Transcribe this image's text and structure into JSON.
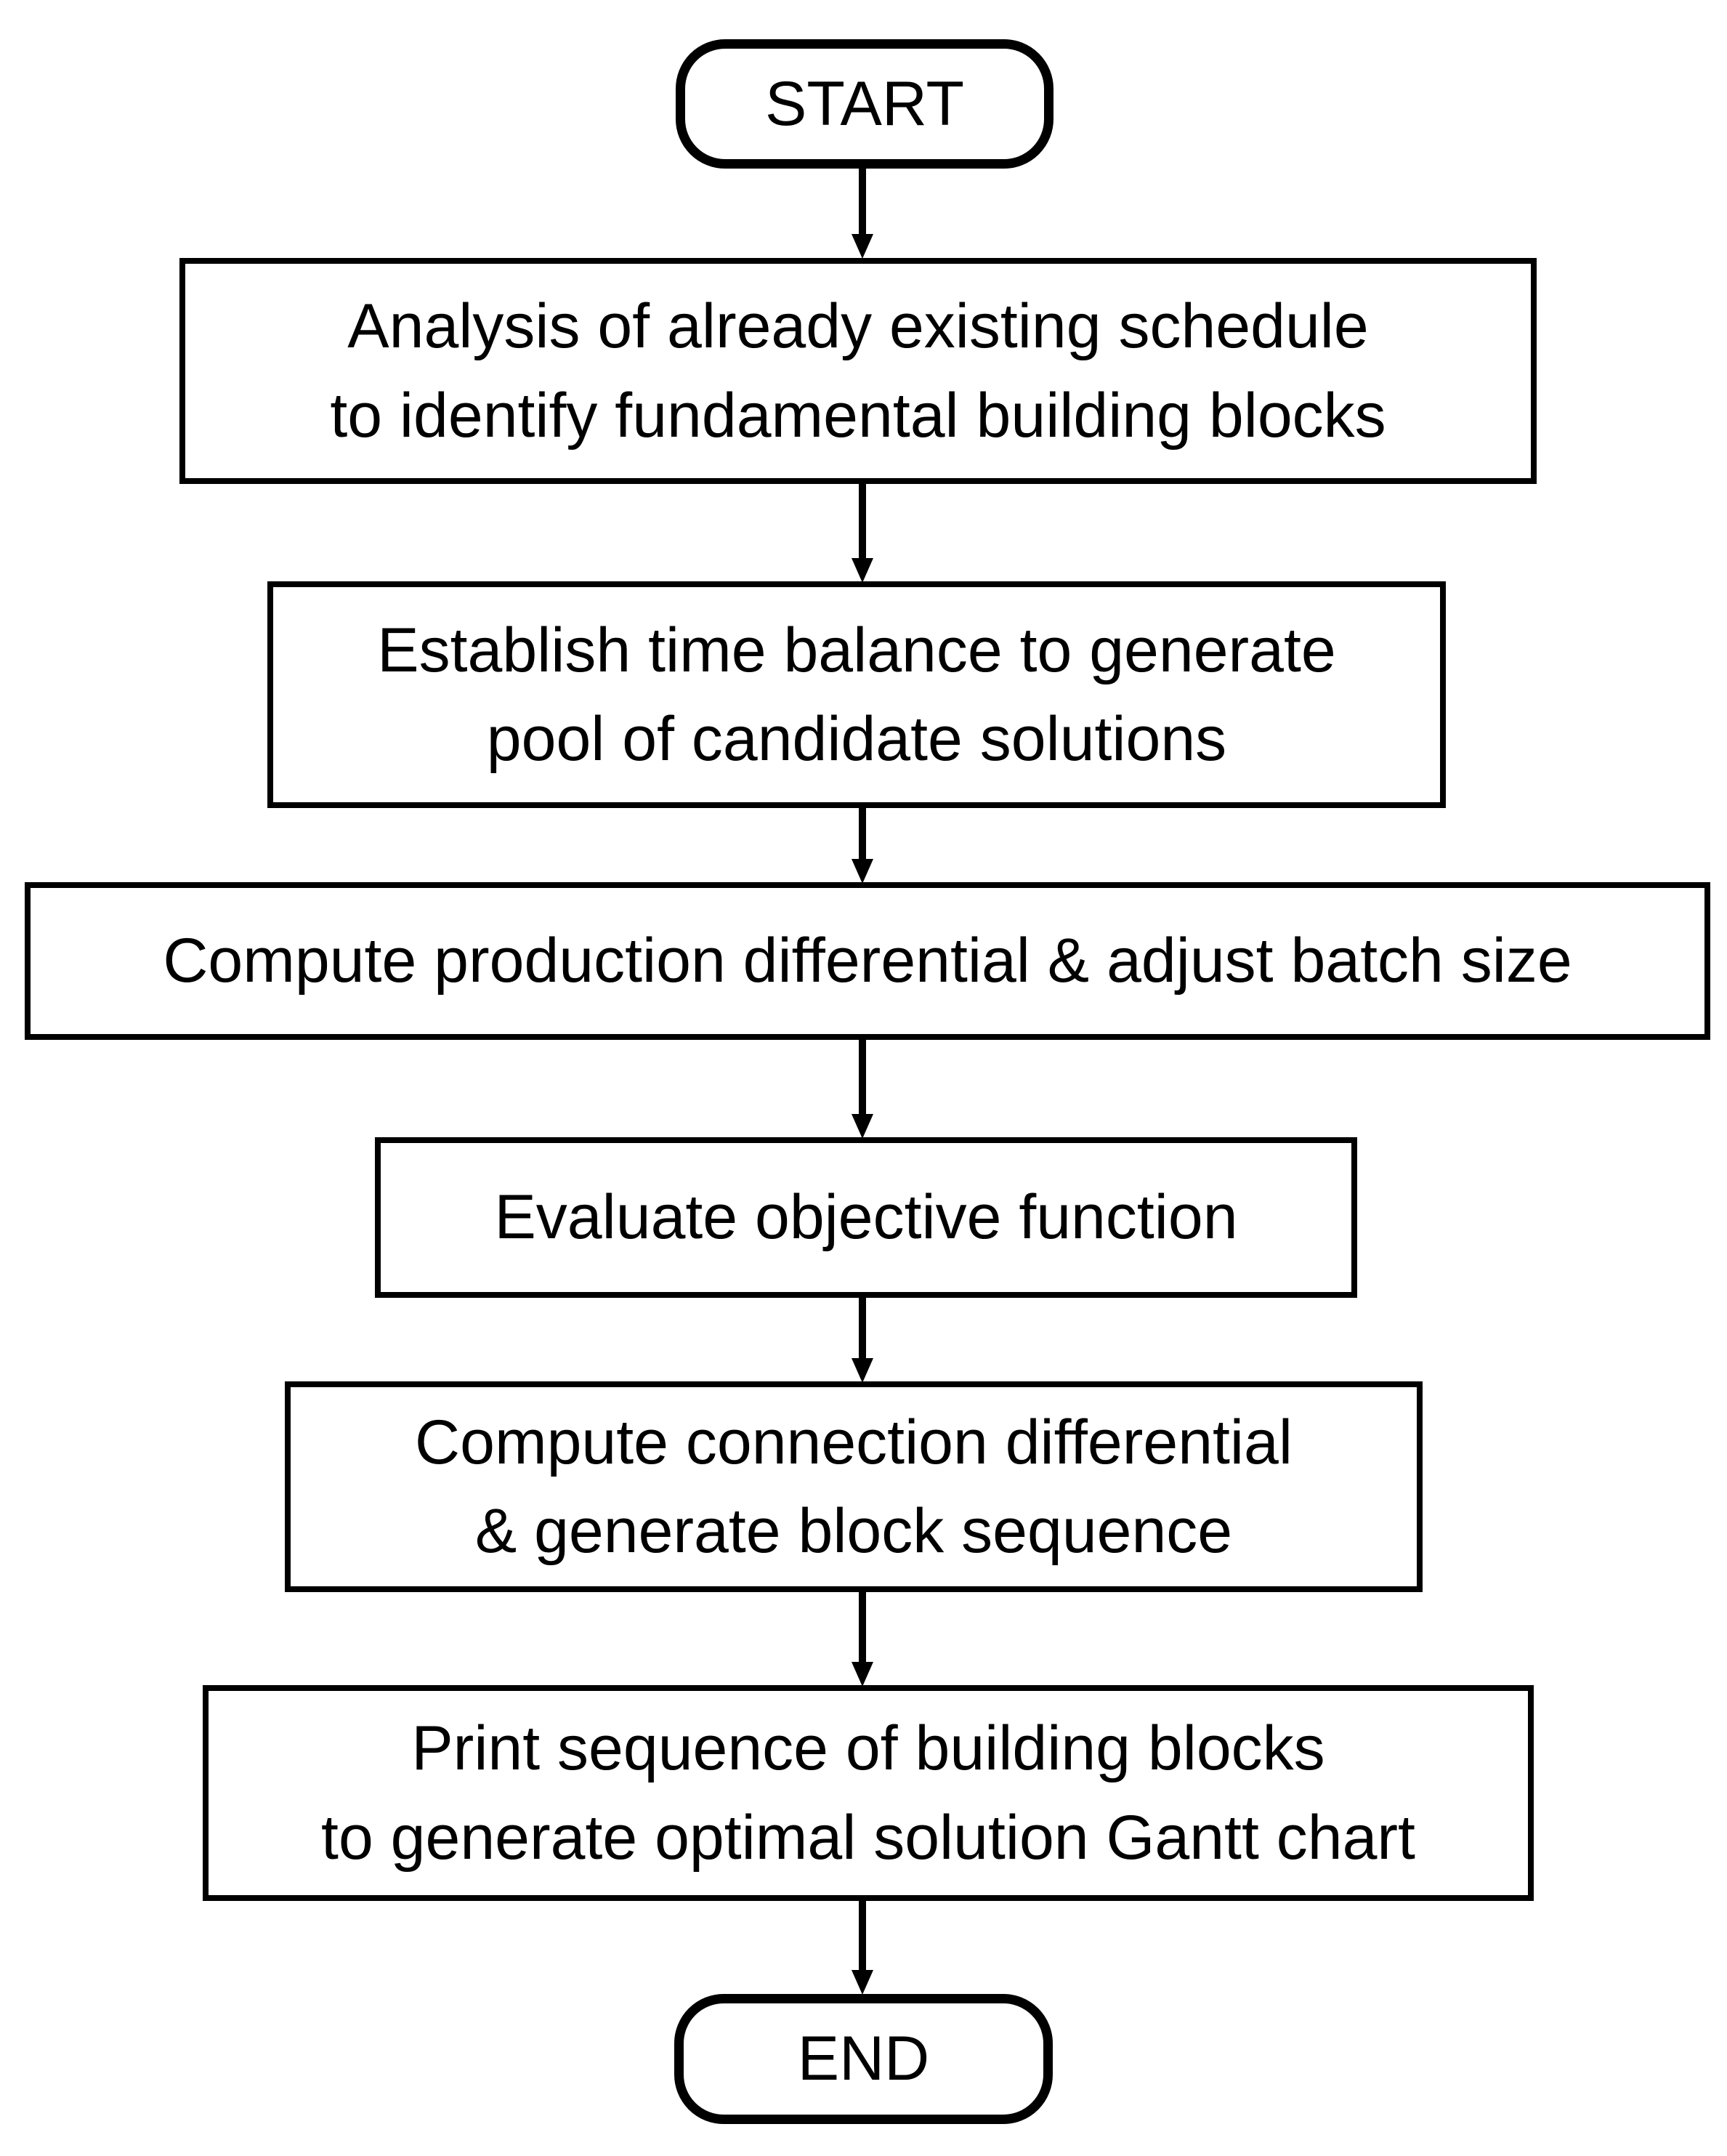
{
  "flowchart": {
    "colors": {
      "line": "#000000",
      "text": "#000000",
      "background": "#ffffff"
    },
    "nodes": [
      {
        "id": "start",
        "type": "terminator",
        "label": "START"
      },
      {
        "id": "analysis",
        "type": "process",
        "label": "Analysis of already existing schedule\nto identify fundamental building blocks"
      },
      {
        "id": "time-balance",
        "type": "process",
        "label": "Establish time balance to generate\npool of candidate solutions"
      },
      {
        "id": "production-differential",
        "type": "process",
        "label": "Compute production differential & adjust batch size"
      },
      {
        "id": "objective-function",
        "type": "process",
        "label": "Evaluate objective function"
      },
      {
        "id": "connection-differential",
        "type": "process",
        "label": "Compute connection differential\n& generate block sequence"
      },
      {
        "id": "print-sequence",
        "type": "process",
        "label": "Print sequence of building blocks\nto generate optimal solution Gantt chart"
      },
      {
        "id": "end",
        "type": "terminator",
        "label": "END"
      }
    ],
    "edges": [
      {
        "from": "start",
        "to": "analysis"
      },
      {
        "from": "analysis",
        "to": "time-balance"
      },
      {
        "from": "time-balance",
        "to": "production-differential"
      },
      {
        "from": "production-differential",
        "to": "objective-function"
      },
      {
        "from": "objective-function",
        "to": "connection-differential"
      },
      {
        "from": "connection-differential",
        "to": "print-sequence"
      },
      {
        "from": "print-sequence",
        "to": "end"
      }
    ]
  }
}
